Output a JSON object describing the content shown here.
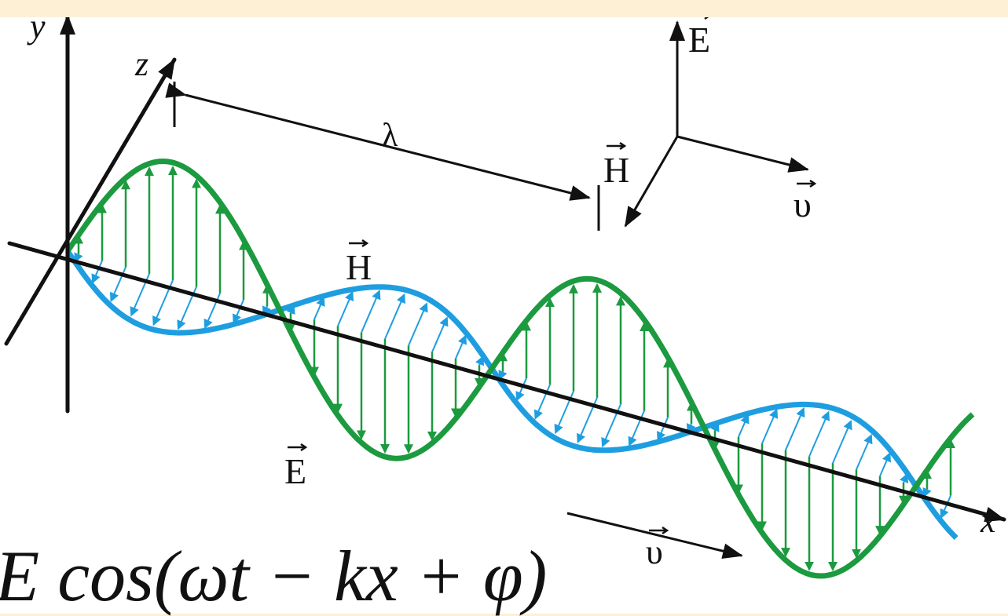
{
  "labels": {
    "axis_y": "y",
    "axis_z": "z",
    "axis_x": "x",
    "wavelength": "λ",
    "legend_E": "E",
    "legend_H": "H",
    "legend_v": "υ",
    "wave_H_mid": "H",
    "wave_E_low": "E",
    "bottom_v": "υ"
  },
  "formula": "E cos(ωt − kx + φ)",
  "colors": {
    "electric_field": "#1c9a3f",
    "magnetic_field": "#1e9ee0",
    "axes": "#111111",
    "background_band": "#fdf0d5"
  }
}
